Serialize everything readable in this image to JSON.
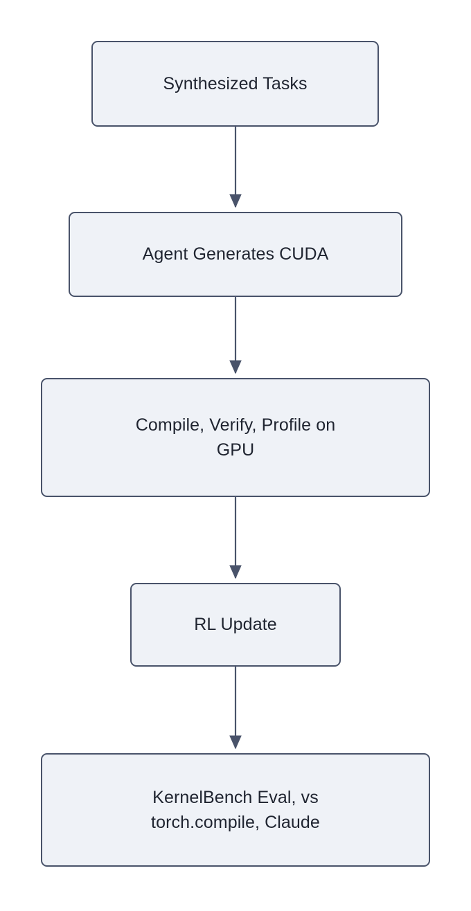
{
  "diagram": {
    "type": "flowchart",
    "orientation": "top-to-bottom",
    "background_color": "#ffffff",
    "node_fill_color": "#eff2f7",
    "node_border_color": "#49536a",
    "node_text_color": "#1f2430",
    "edge_color": "#49536a",
    "nodes": [
      {
        "id": "synthesized-tasks",
        "label": "Synthesized Tasks"
      },
      {
        "id": "agent-generates",
        "label": "Agent Generates CUDA"
      },
      {
        "id": "compile-verify",
        "label": "Compile, Verify, Profile on\nGPU"
      },
      {
        "id": "rl-update",
        "label": "RL Update"
      },
      {
        "id": "kernelbench-eval",
        "label": "KernelBench Eval, vs\ntorch.compile, Claude"
      }
    ],
    "edges": [
      {
        "id": "edge-1",
        "from": "synthesized-tasks",
        "to": "agent-generates",
        "label": ""
      },
      {
        "id": "edge-2",
        "from": "agent-generates",
        "to": "compile-verify",
        "label": ""
      },
      {
        "id": "edge-3",
        "from": "compile-verify",
        "to": "rl-update",
        "label": ""
      },
      {
        "id": "edge-4",
        "from": "rl-update",
        "to": "kernelbench-eval",
        "label": ""
      }
    ]
  }
}
